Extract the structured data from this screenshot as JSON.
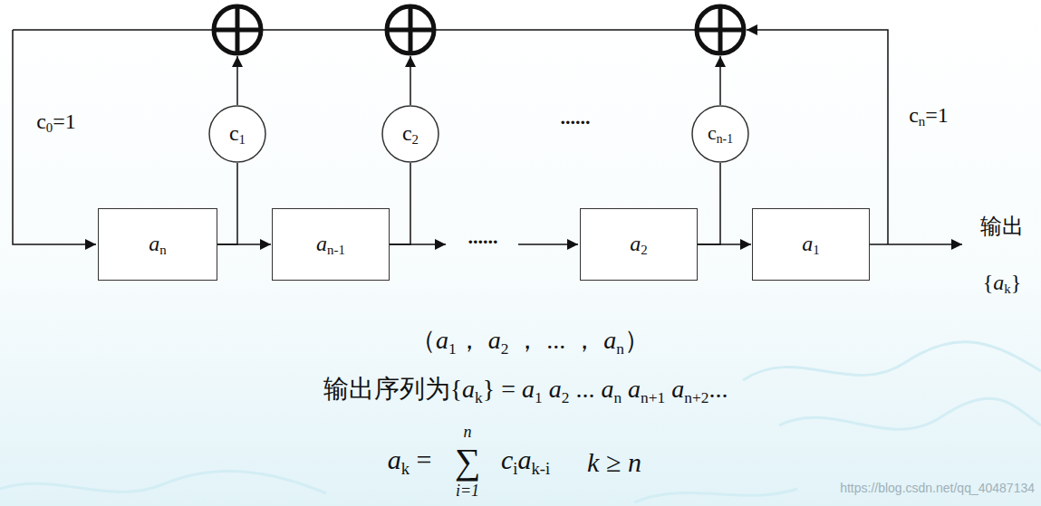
{
  "diagram": {
    "nodes": [
      {
        "text": [
          "c1"
        ]
      },
      {
        "text": [
          "c2"
        ]
      },
      {
        "text": [
          "cn-1"
        ]
      },
      {
        "text": [
          "an"
        ]
      },
      {
        "text": [
          "an-1"
        ]
      },
      {
        "text": [
          "a2"
        ]
      },
      {
        "text": [
          "a1"
        ]
      }
    ],
    "edges": [
      {
        "from": 3,
        "to": 4,
        "arrow": "to"
      },
      {
        "from": 5,
        "to": 6,
        "arrow": "to"
      },
      {
        "from": 3,
        "to": 0,
        "arrow": "none"
      },
      {
        "from": 4,
        "to": 1,
        "arrow": "none"
      },
      {
        "from": 5,
        "to": 2,
        "arrow": "none"
      }
    ],
    "labels": [
      "c0=1",
      "cn=1",
      "......",
      "......",
      "输出",
      "{ak}",
      "（a1， a2 ， ... ， an）",
      "输出序列为{ak} = a1 a2 ... an an+1 an+2...",
      "ak =",
      "∑",
      "n",
      "i=1",
      "ciak-i",
      "k ≥ n",
      "https://blog.csdn.net/qq_40487134"
    ]
  }
}
